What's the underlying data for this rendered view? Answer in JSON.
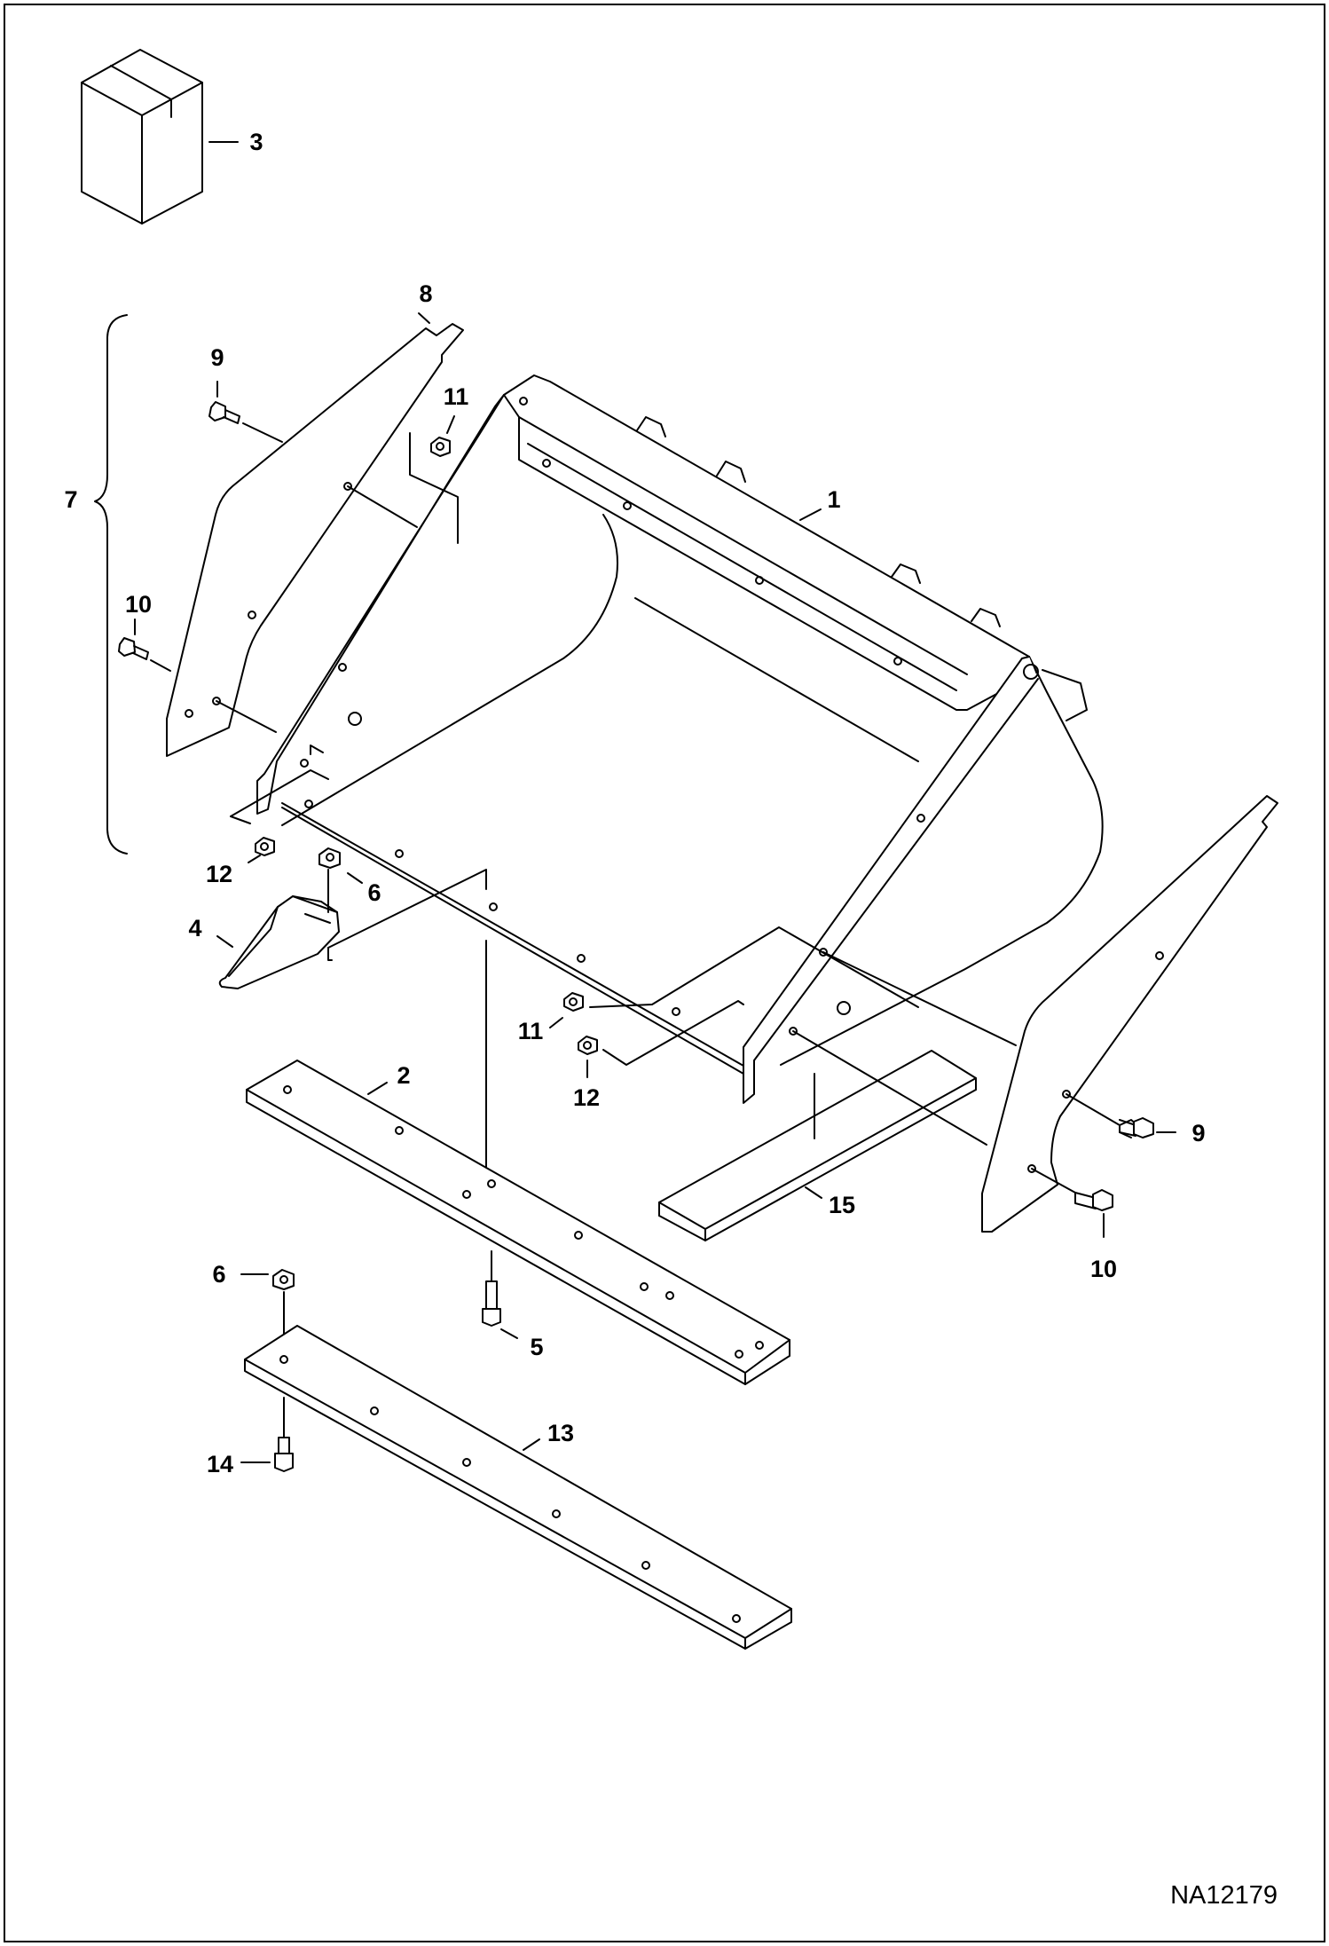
{
  "drawing_number": "NA12179",
  "callouts": {
    "c1": "1",
    "c2": "2",
    "c3": "3",
    "c4": "4",
    "c5": "5",
    "c6a": "6",
    "c6b": "6",
    "c7": "7",
    "c8": "8",
    "c9a": "9",
    "c9b": "9",
    "c10a": "10",
    "c10b": "10",
    "c11a": "11",
    "c11b": "11",
    "c12a": "12",
    "c12b": "12",
    "c13": "13",
    "c14": "14",
    "c15": "15"
  },
  "colors": {
    "line": "#000000",
    "background": "#ffffff"
  }
}
